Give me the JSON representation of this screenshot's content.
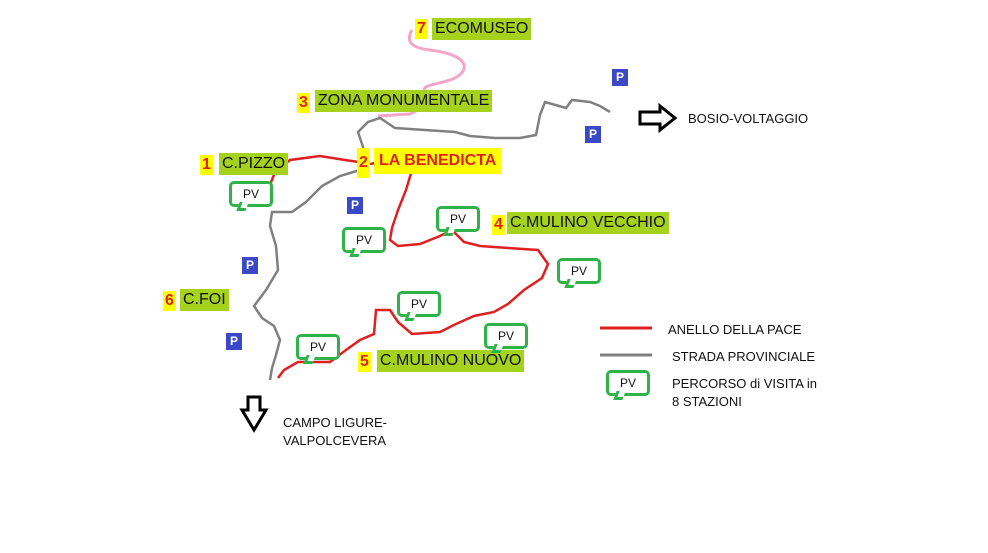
{
  "places": [
    {
      "id": "ecomuseo",
      "number": "7",
      "name": "ECOMUSEO",
      "highlight": false
    },
    {
      "id": "zona-monumentale",
      "number": "3",
      "name": "ZONA MONUMENTALE",
      "highlight": false
    },
    {
      "id": "c-pizzo",
      "number": "1",
      "name": "C.PIZZO",
      "highlight": false
    },
    {
      "id": "la-benedicta",
      "number": "2",
      "name": "LA BENEDICTA",
      "highlight": true
    },
    {
      "id": "c-mulino-vecchio",
      "number": "4",
      "name": "C.MULINO VECCHIO",
      "highlight": false
    },
    {
      "id": "c-foi",
      "number": "6",
      "name": "C.FOI",
      "highlight": false
    },
    {
      "id": "c-mulino-nuovo",
      "number": "5",
      "name": "C.MULINO NUOVO",
      "highlight": false
    }
  ],
  "parking_label": "P",
  "pv_label": "PV",
  "directions": {
    "east": "BOSIO-VOLTAGGIO",
    "south_line1": "CAMPO LIGURE-",
    "south_line2": "VALPOLCEVERA"
  },
  "legend": {
    "red_route": "ANELLO DELLA PACE",
    "gray_road": "STRADA PROVINCIALE",
    "pv_symbol": "PV",
    "pv_line1": "PERCORSO di VISITA in",
    "pv_line2": "8 STAZIONI"
  },
  "colors": {
    "route": "#e02020",
    "road": "#808080",
    "ecomuseo_path": "#f4a6c8",
    "pv_border": "#2fb24a",
    "parking": "#3b49c9",
    "label_bg": "#a4d21d",
    "number_bg": "#ffff00"
  }
}
